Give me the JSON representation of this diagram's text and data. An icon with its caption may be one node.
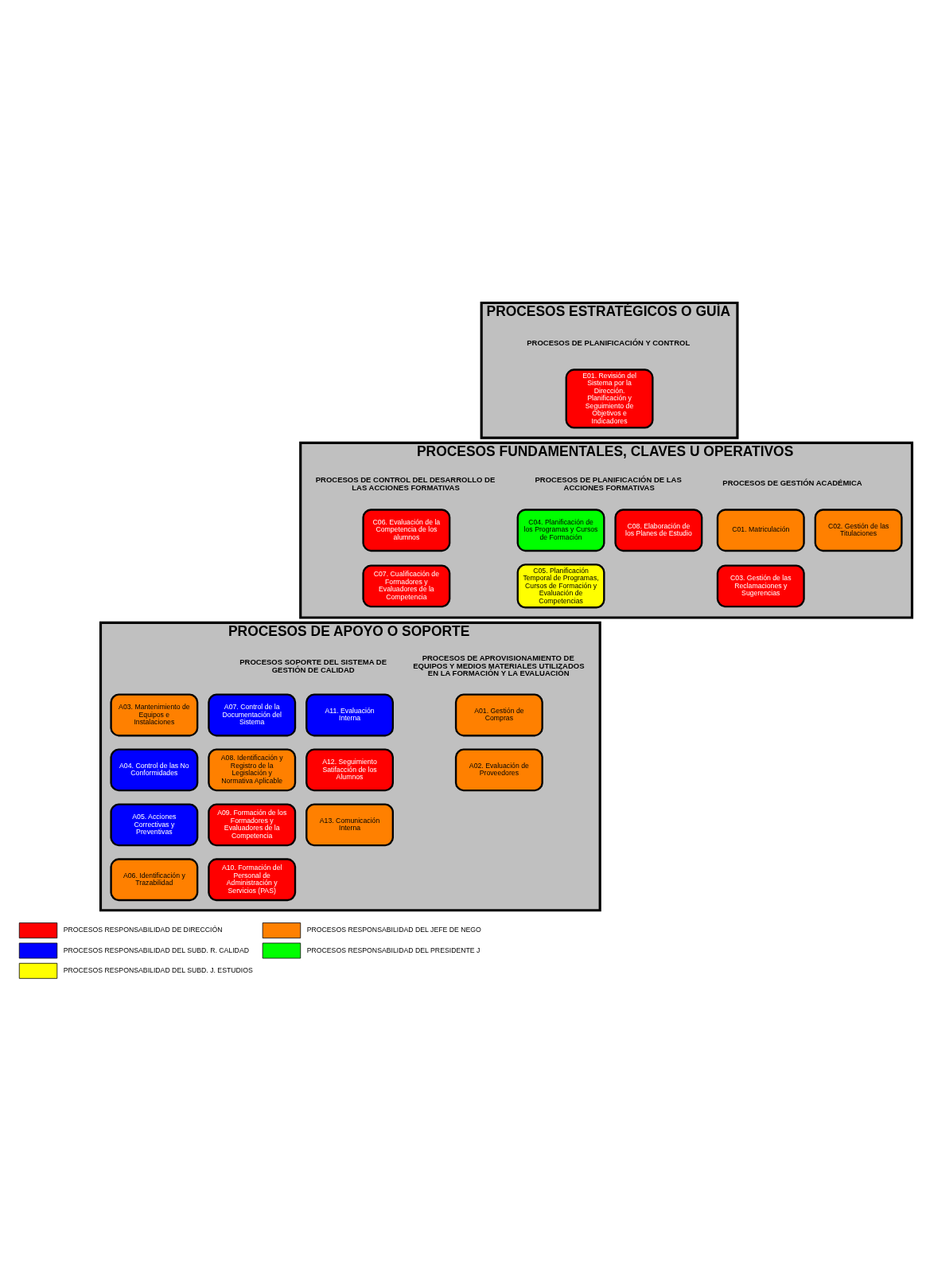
{
  "diagram": {
    "nodes": [
      {
        "text": [
          "PROCESOS ESTRATÉGICOS O GUÍA"
        ]
      },
      {
        "text": [
          "E01. Revisión del Sistema por la Dirección. Planificación y Seguimiento de Objetivos e Indicadores"
        ],
        "in": 0
      },
      {
        "text": [
          "PROCESOS FUNDAMENTALES, CLAVES U OPERATIVOS"
        ]
      },
      {
        "text": [
          "C01. Matriculación"
        ],
        "in": 2
      },
      {
        "text": [
          "C02. Gestión de las Titulaciones"
        ],
        "in": 2
      },
      {
        "text": [
          "C03. Gestión de las Reclamaciones y Sugerencias"
        ],
        "in": 2
      },
      {
        "text": [
          "C04. Planificación de los Programas y Cursos de Formación"
        ],
        "in": 2
      },
      {
        "text": [
          "C05. Planificación Temporal de Programas, Cursos de Formación y Evaluación de Competencias"
        ],
        "in": 2
      },
      {
        "text": [
          "C08. Elaboración de los Planes de Estudio"
        ],
        "in": 2
      },
      {
        "text": [
          "C06. Evaluación de la Competencia de los alumnos"
        ],
        "in": 2
      },
      {
        "text": [
          "C07. Cualificación de Formadores y Evaluadores de la Competencia"
        ],
        "in": 2
      },
      {
        "text": [
          "PROCESOS DE APOYO O SOPORTE"
        ]
      },
      {
        "text": [
          "A01. Gestión de Compras"
        ],
        "in": 11
      },
      {
        "text": [
          "A02. Evaluación de Proveedores"
        ],
        "in": 11
      },
      {
        "text": [
          "A03. Mantenimiento de Equipos e Instalaciones"
        ],
        "in": 11
      },
      {
        "text": [
          "A07. Control de la Documentación del Sistema"
        ],
        "in": 11
      },
      {
        "text": [
          "A11. Evaluación Interna"
        ],
        "in": 11
      },
      {
        "text": [
          "A04. Control de las No Conformidades"
        ],
        "in": 11
      },
      {
        "text": [
          "A08. Identificación y Registro de la Legislación y Normativa Aplicable"
        ],
        "in": 11
      },
      {
        "text": [
          "A12. Seguimiento Satifacción de los Alumnos"
        ],
        "in": 11
      },
      {
        "text": [
          "A05. Acciones Correctivas y Preventivas"
        ],
        "in": 11
      },
      {
        "text": [
          "A09. Formación de los Formadores y Evaluadores de la Competencia"
        ],
        "in": 11
      },
      {
        "text": [
          "A13. Comunicación Interna"
        ],
        "in": 11
      },
      {
        "text": [
          "A06. Identificación y Trazabilidad"
        ],
        "in": 11
      },
      {
        "text": [
          "A10. Formación del Personal de Administración y Servicios (PAS)"
        ],
        "in": 11
      }
    ],
    "edges": [],
    "labels": [
      "PROCESOS DE PLANIFICACIÓN Y CONTROL",
      "PROCESOS DE GESTIÓN ACADÉMICA",
      "PROCESOS DE PLANIFICACIÓN DE LAS ACCIONES FORMATIVAS",
      "PROCESOS DE CONTROL DEL DESARROLLO DE LAS ACCIONES FORMATIVAS",
      "PROCESOS SOPORTE DEL SISTEMA DE GESTIÓN DE CALIDAD",
      "PROCESOS DE APROVISIONAMIENTO DE EQUIPOS Y MEDIOS MATERIALES UTILIZADOS EN LA FORMACIÓN Y LA EVALUACIÓN"
    ],
    "legend": [
      {
        "text": "PROCESOS RESPONSABILIDAD DE DIRECCIÓN",
        "color": "#ff0000"
      },
      {
        "text": "PROCESOS RESPONSABILIDAD DEL JEFE DE NEGO",
        "color": "#ff8000"
      },
      {
        "text": "PROCESOS RESPONSABILIDAD DEL SUBD. R. CALIDAD",
        "color": "#0000ff"
      },
      {
        "text": "PROCESOS RESPONSABILIDAD DEL PRESIDENTE J",
        "color": "#00ff00"
      },
      {
        "text": "PROCESOS RESPONSABILIDAD DEL SUBD. J. ESTUDIOS",
        "color": "#ffff00"
      }
    ]
  }
}
